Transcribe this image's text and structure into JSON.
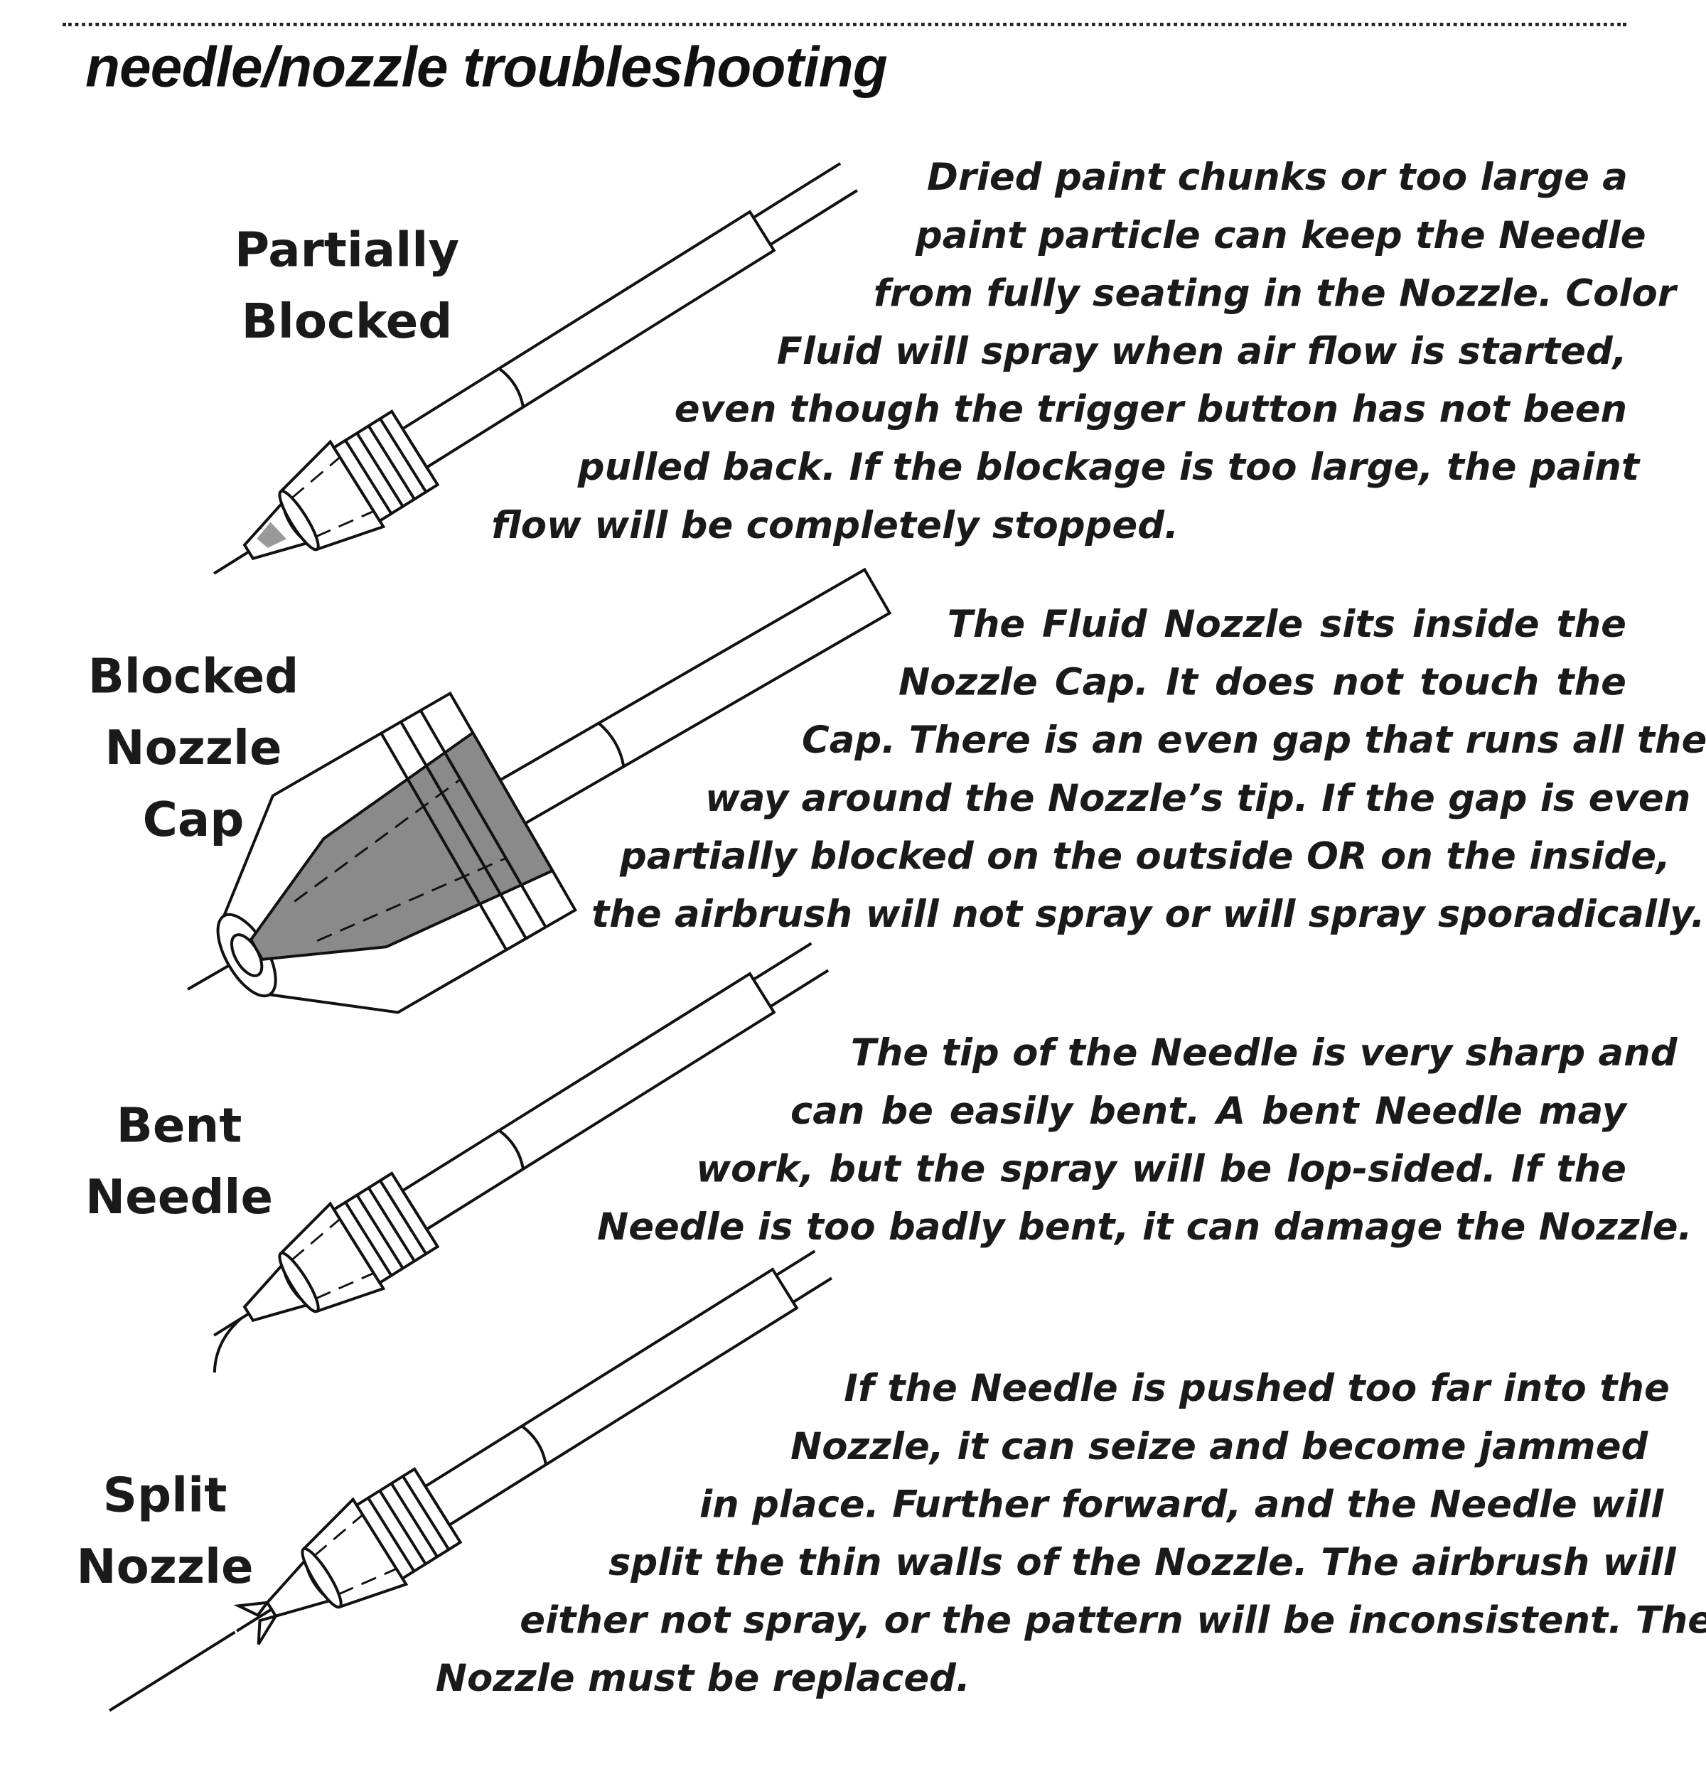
{
  "title": "needle/nozzle troubleshooting",
  "sections": [
    {
      "label": [
        "Partially",
        "Blocked"
      ],
      "lines": [
        "Dried paint chunks or too large a",
        "paint particle can keep the Needle",
        "from fully seating in the Nozzle. Color",
        "Fluid will spray when air flow is started,",
        "even though the trigger button has not been",
        "pulled back. If the blockage is too large, the paint",
        "flow will be completely stopped."
      ]
    },
    {
      "label": [
        "Blocked",
        "Nozzle",
        "Cap"
      ],
      "lines": [
        "The Fluid Nozzle sits inside the",
        "Nozzle Cap. It does not touch the",
        "Cap. There is an even gap that runs all the",
        "way around the Nozzle’s tip. If the gap is even",
        "partially blocked on the outside OR on the inside,",
        "the airbrush will not spray or will spray sporadically."
      ]
    },
    {
      "label": [
        "Bent",
        "Needle"
      ],
      "lines": [
        "The tip of the Needle is very sharp and",
        "can be easily bent. A bent Needle may",
        "work, but the spray will be lop-sided. If the",
        "Needle is too badly bent, it can damage the Nozzle."
      ]
    },
    {
      "label": [
        "Split",
        "Nozzle"
      ],
      "lines": [
        "If the Needle is pushed too far into the",
        "Nozzle, it can seize and become jammed",
        "in place. Further forward, and the Needle will",
        "split the thin walls of the Nozzle. The airbrush will",
        "either not spray, or the pattern will be inconsistent. The",
        "Nozzle must be replaced."
      ]
    }
  ]
}
